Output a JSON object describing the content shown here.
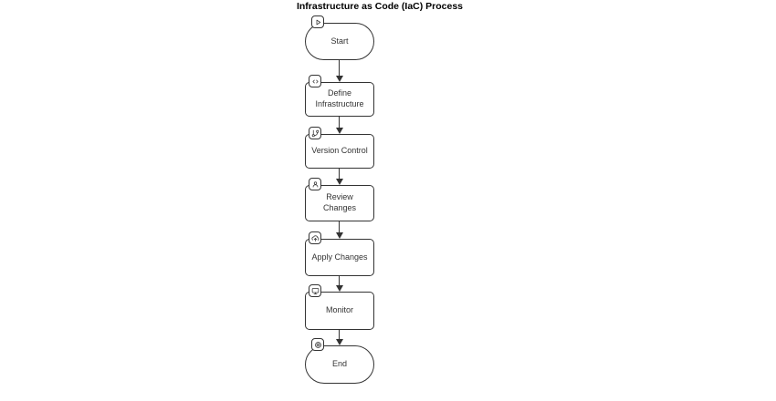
{
  "title": "Infrastructure as Code (IaC) Process",
  "diagram": {
    "type": "flowchart",
    "direction": "top-to-bottom",
    "nodes": [
      {
        "id": "start",
        "label": "Start",
        "shape": "stadium",
        "icon": "play-icon"
      },
      {
        "id": "define",
        "label": "Define\nInfrastructure",
        "shape": "rounded-rect",
        "icon": "code-icon"
      },
      {
        "id": "version",
        "label": "Version Control",
        "shape": "rounded-rect",
        "icon": "git-branch-icon"
      },
      {
        "id": "review",
        "label": "Review\nChanges",
        "shape": "rounded-rect",
        "icon": "user-review-icon"
      },
      {
        "id": "apply",
        "label": "Apply Changes",
        "shape": "rounded-rect",
        "icon": "cloud-upload-icon"
      },
      {
        "id": "monitor",
        "label": "Monitor",
        "shape": "rounded-rect",
        "icon": "monitor-icon"
      },
      {
        "id": "end",
        "label": "End",
        "shape": "stadium",
        "icon": "target-icon"
      }
    ],
    "edges": [
      {
        "from": "start",
        "to": "define"
      },
      {
        "from": "define",
        "to": "version"
      },
      {
        "from": "version",
        "to": "review"
      },
      {
        "from": "review",
        "to": "apply"
      },
      {
        "from": "apply",
        "to": "monitor"
      },
      {
        "from": "monitor",
        "to": "end"
      }
    ],
    "colors": {
      "node_fill": "#ffffff",
      "node_border": "#333333",
      "text": "#333333",
      "arrow": "#333333",
      "background": "#ffffff",
      "title": "#000000"
    }
  }
}
